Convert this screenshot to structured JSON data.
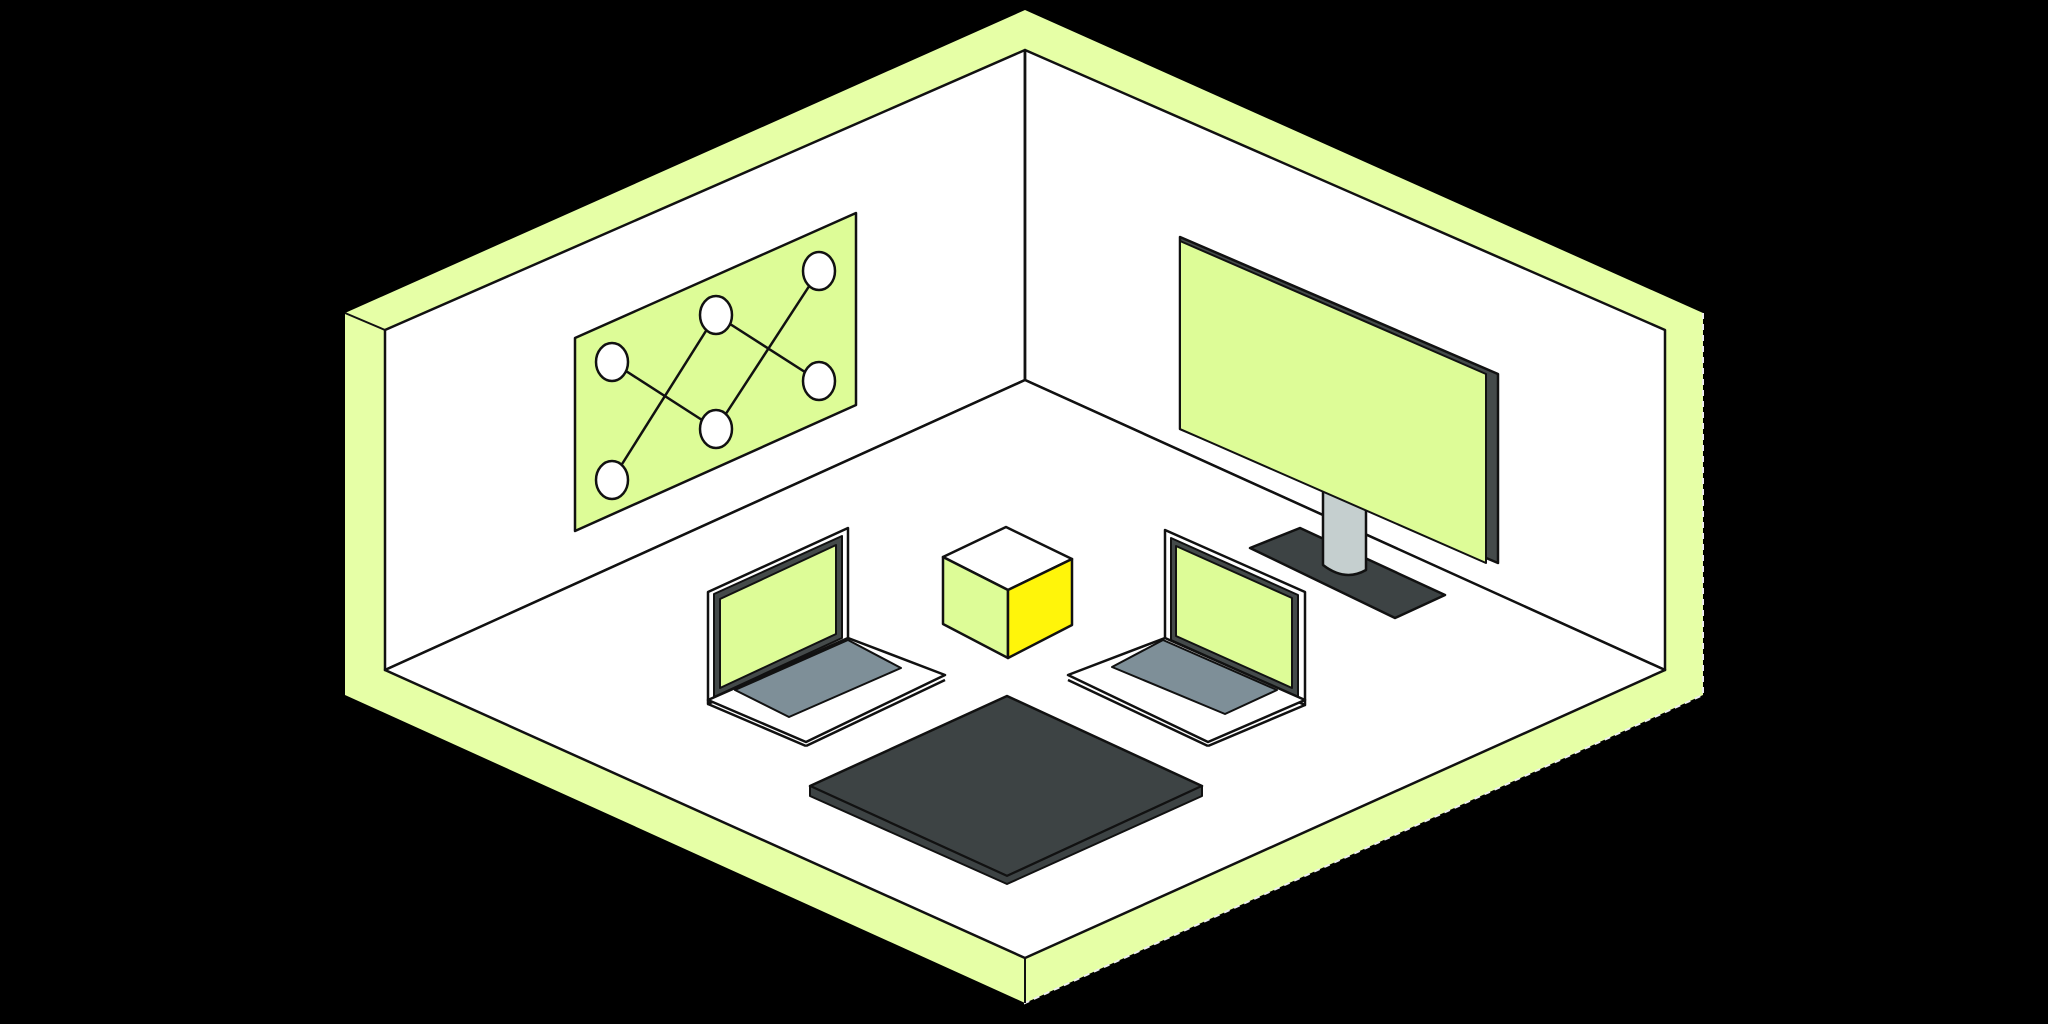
{
  "colors": {
    "background": "#000000",
    "wall_rim": "#e6ffa6",
    "wall_inner": "#ffffff",
    "floor": "#ffffff",
    "outline": "#111111",
    "screen_fill": "#ddfc97",
    "screen_frame": "#444a4a",
    "keyboard": "#7e8f98",
    "laptop_body": "#ffffff",
    "cube_top": "#ffffff",
    "cube_left": "#ddfc97",
    "cube_right": "#fff50a",
    "table": "#3d4344",
    "monitor_stand": "#c5cfcf",
    "monitor_base": "#3d4344",
    "dashed_edge": "#eeeeee"
  },
  "scene": {
    "objects": [
      "network-diagram-poster",
      "wall-monitor",
      "laptop-left",
      "laptop-right",
      "cube",
      "floor-mat"
    ]
  }
}
